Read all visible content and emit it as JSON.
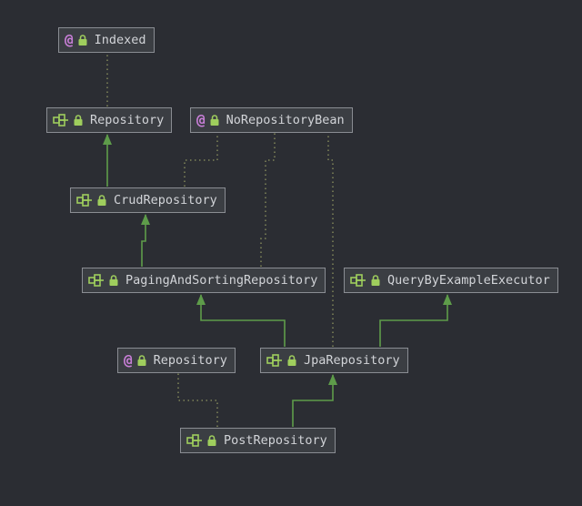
{
  "diagram": {
    "nodes": {
      "indexed": {
        "label": "Indexed",
        "kind": "annotation"
      },
      "repository": {
        "label": "Repository",
        "kind": "interface"
      },
      "no_repository_bean": {
        "label": "NoRepositoryBean",
        "kind": "annotation"
      },
      "crud_repository": {
        "label": "CrudRepository",
        "kind": "interface"
      },
      "paging_and_sorting_repository": {
        "label": "PagingAndSortingRepository",
        "kind": "interface"
      },
      "query_by_example_executor": {
        "label": "QueryByExampleExecutor",
        "kind": "interface"
      },
      "repository_annotation": {
        "label": "Repository",
        "kind": "annotation"
      },
      "jpa_repository": {
        "label": "JpaRepository",
        "kind": "interface"
      },
      "post_repository": {
        "label": "PostRepository",
        "kind": "interface"
      }
    },
    "icons": {
      "annotation": "at-sign-icon",
      "interface": "interface-icon",
      "visibility": "lock-icon"
    },
    "colors": {
      "background": "#2b2d33",
      "node_fill": "#3b3e43",
      "node_border": "#8a8d93",
      "text": "#d2d4d8",
      "inheritance_edge": "#5e9c4a",
      "annotation_edge": "#8e9560",
      "annotation_icon": "#c97fd8",
      "interface_icon": "#9fce5d",
      "lock_icon": "#9fce5d"
    }
  }
}
